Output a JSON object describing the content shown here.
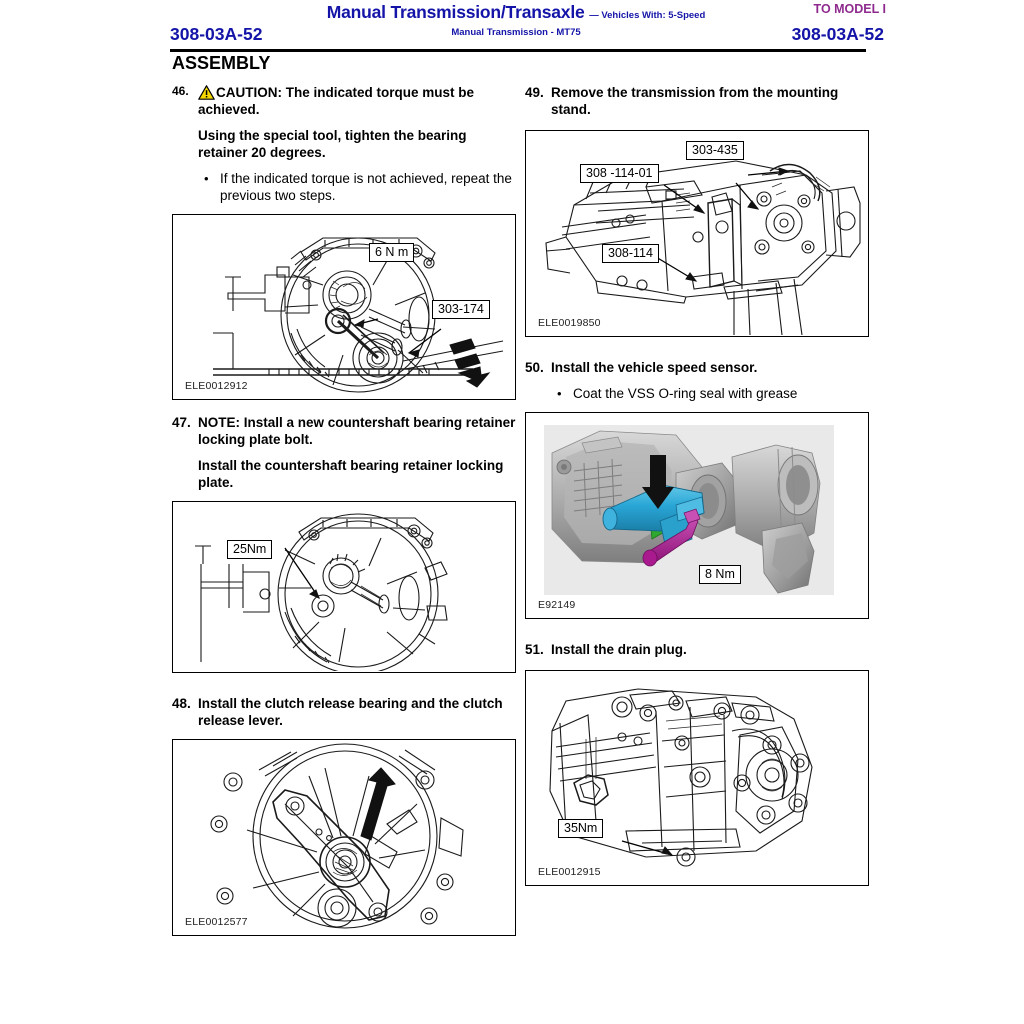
{
  "header": {
    "title": "Manual Transmission/Transaxle",
    "title_suffix": "— Vehicles With: 5-Speed",
    "model_note": "TO MODEL I",
    "page_number_left": "308-03A-52",
    "page_number_right": "308-03A-52",
    "subtitle": "Manual Transmission - MT75",
    "section_title": "ASSEMBLY",
    "colors": {
      "heading_blue": "#1414a8",
      "model_purple": "#8e2a8e"
    }
  },
  "steps": [
    {
      "number": "46.",
      "caution_label": "CAUTION:",
      "caution_text": "The indicated torque must be achieved.",
      "instruction": "Using the special tool, tighten the bearing retainer 20 degrees.",
      "bullets": [
        "If the indicated torque is not achieved, repeat the previous two steps."
      ],
      "figure": {
        "id": "ELE0012912",
        "callouts": [
          "6 N m",
          "303-174"
        ]
      }
    },
    {
      "number": "47.",
      "note_label": "NOTE:",
      "note_text": "Install a new countershaft bearing retainer locking plate bolt.",
      "instruction": "Install the countershaft bearing retainer locking plate.",
      "figure": {
        "id": "",
        "callouts": [
          "25Nm"
        ]
      }
    },
    {
      "number": "48.",
      "instruction": "Install the clutch release bearing and the clutch release lever.",
      "figure": {
        "id": "ELE0012577",
        "callouts": []
      }
    },
    {
      "number": "49.",
      "instruction": "Remove the transmission from the mounting stand.",
      "figure": {
        "id": "ELE0019850",
        "callouts": [
          "308 -114-01",
          "303-435",
          "308-114"
        ]
      }
    },
    {
      "number": "50.",
      "instruction": "Install the vehicle speed sensor.",
      "bullets": [
        "Coat the VSS O-ring seal with grease"
      ],
      "figure": {
        "id": "E92149",
        "callouts": [
          "8 Nm"
        ],
        "colors": {
          "sensor_body": "#2aa8d8",
          "o_ring": "#2fa82f",
          "bolt": "#a81a8e",
          "housing": "#b8b8b8"
        }
      }
    },
    {
      "number": "51.",
      "instruction": "Install the drain plug.",
      "figure": {
        "id": "ELE0012915",
        "callouts": [
          "35Nm"
        ]
      }
    }
  ]
}
